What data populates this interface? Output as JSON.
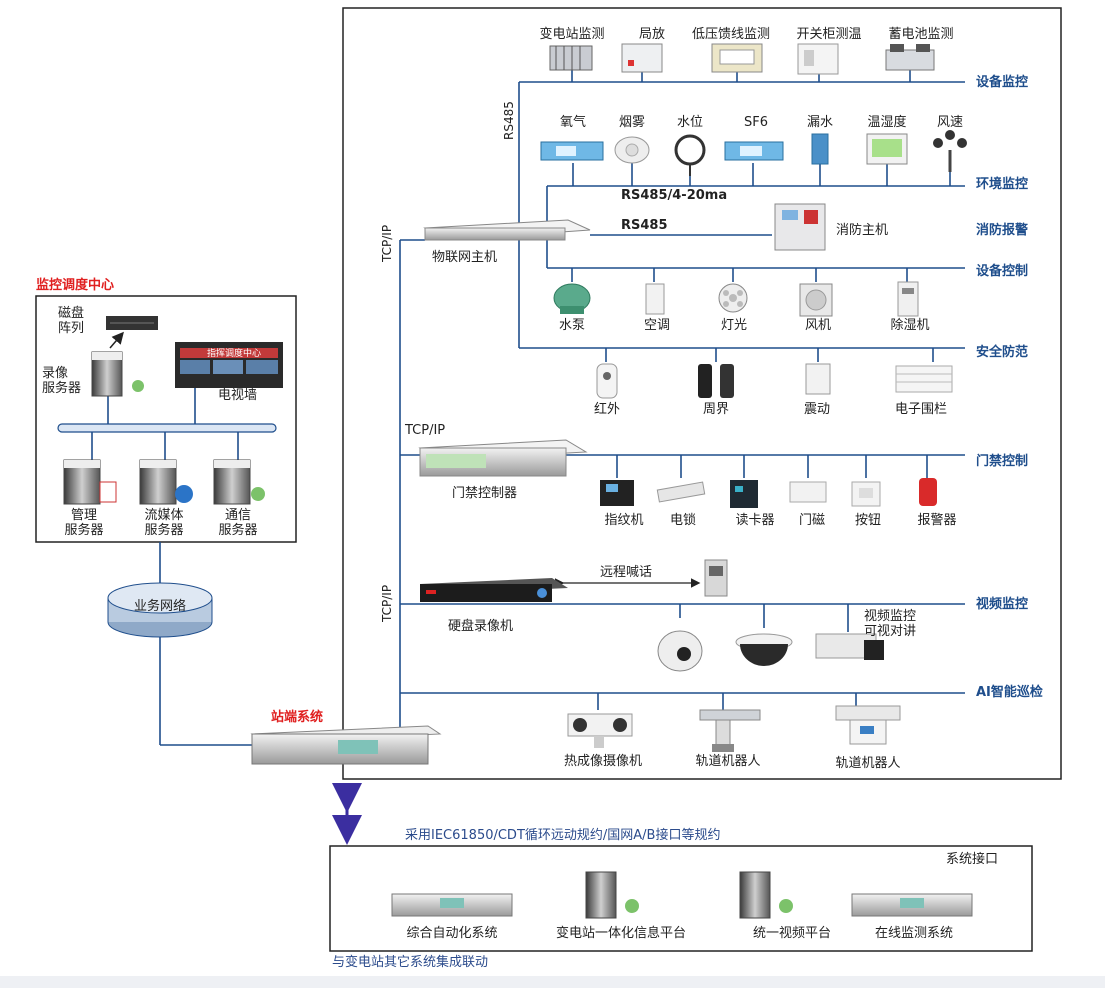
{
  "colors": {
    "line": "#1f4e8c",
    "accent_red": "#e02020",
    "box_border": "#222222"
  },
  "center": {
    "title": "监控调度中心",
    "disk_label": "磁盘\n阵列",
    "recorder_label": "录像\n服务器",
    "tvwall_label": "电视墙",
    "tvwall_banner": "指挥调度中心",
    "servers": [
      "管理\n服务器",
      "流媒体\n服务器",
      "通信\n服务器"
    ]
  },
  "network_label": "业务网络",
  "station_label": "站端系统",
  "protocol_note": "采用IEC61850/CDT循环远动规约/国网A/B接口等规约",
  "interface": {
    "title": "系统接口",
    "systems": [
      "综合自动化系统",
      "变电站一体化信息平台",
      "统一视频平台",
      "在线监测系统"
    ],
    "footer": "与变电站其它系统集成联动"
  },
  "buses": {
    "equipment_monitor": "设备监控",
    "env_monitor": "环境监控",
    "fire_alarm": "消防报警",
    "equipment_control": "设备控制",
    "security": "安全防范",
    "access_control": "门禁控制",
    "video_monitor": "视频监控",
    "ai_patrol": "AI智能巡检"
  },
  "equipment_devices": [
    "变电站监测",
    "局放",
    "低压馈线监测",
    "开关柜测温",
    "蓄电池监测"
  ],
  "env_devices": [
    "氧气",
    "烟雾",
    "水位",
    "SF6",
    "漏水",
    "温湿度",
    "风速"
  ],
  "iot_host": "物联网主机",
  "fire_host": "消防主机",
  "links": {
    "rs485_vertical": "RS485",
    "rs485_420": "RS485/4-20ma",
    "rs485_fire": "RS485",
    "tcpip_1": "TCP/IP",
    "tcpip_2": "TCP/IP",
    "tcpip_3": "TCP/IP"
  },
  "control_devices": [
    "水泵",
    "空调",
    "灯光",
    "风机",
    "除湿机"
  ],
  "security_devices": [
    "红外",
    "周界",
    "震动",
    "电子围栏"
  ],
  "access_controller": "门禁控制器",
  "access_devices": [
    "指纹机",
    "电锁",
    "读卡器",
    "门磁",
    "按钮",
    "报警器"
  ],
  "nvr": "硬盘录像机",
  "remote_call": "远程喊话",
  "video_label": "视频监控\n可视对讲",
  "patrol_devices": [
    "热成像摄像机",
    "轨道机器人",
    "轨道机器人"
  ]
}
